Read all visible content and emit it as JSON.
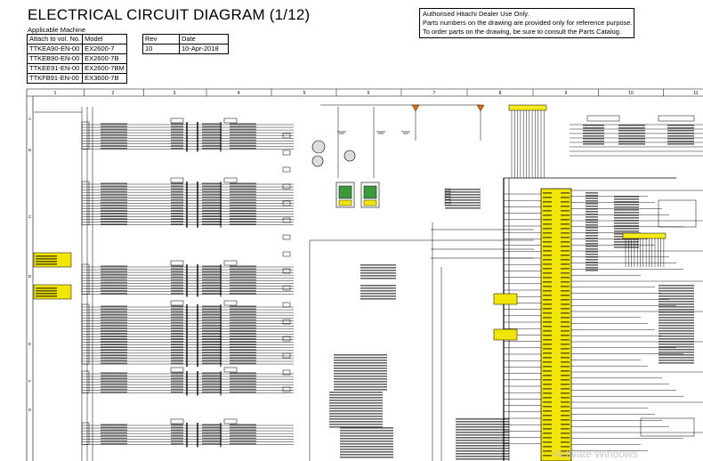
{
  "header": {
    "title": "ELECTRICAL CIRCUIT DIAGRAM (1/12)",
    "applicable_label": "Applicable Machine",
    "machine_table": {
      "col_attach": "Attach to vol. No.",
      "col_model": "Model",
      "rows": [
        {
          "vol": "TTKEA90-EN-00",
          "model": "EX2600-7"
        },
        {
          "vol": "TTKEB90-EN-00",
          "model": "EX2600-7B"
        },
        {
          "vol": "TTKEE91-EN-00",
          "model": "EX2600-7BM"
        },
        {
          "vol": "TTKFB91-EN-00",
          "model": "EX3600-7B"
        }
      ]
    },
    "rev_table": {
      "col_rev": "Rev",
      "col_date": "Date",
      "rev": "10",
      "date": "10-Apr-2018"
    },
    "notice": [
      "Authorised Hitachi Dealer Use Only.",
      "Parts numbers on the drawing are provided only for reference purpose.",
      "To order parts on the drawing, be sure to consult the Parts Catalog."
    ]
  },
  "grid": {
    "columns": [
      "1",
      "2",
      "3",
      "4",
      "5",
      "6",
      "7",
      "8",
      "9",
      "10",
      "11"
    ],
    "rows": [
      "A",
      "B",
      "C",
      "D",
      "E",
      "F",
      "G"
    ]
  },
  "colors": {
    "component_yellow": "#f2e600",
    "connector_yellow": "#f7ea1a",
    "triangle_orange": "#e06a10",
    "solenoid_green": "#3a9a3a",
    "line": "#000000"
  },
  "schematic": {
    "watermark": "Activate Windows"
  }
}
